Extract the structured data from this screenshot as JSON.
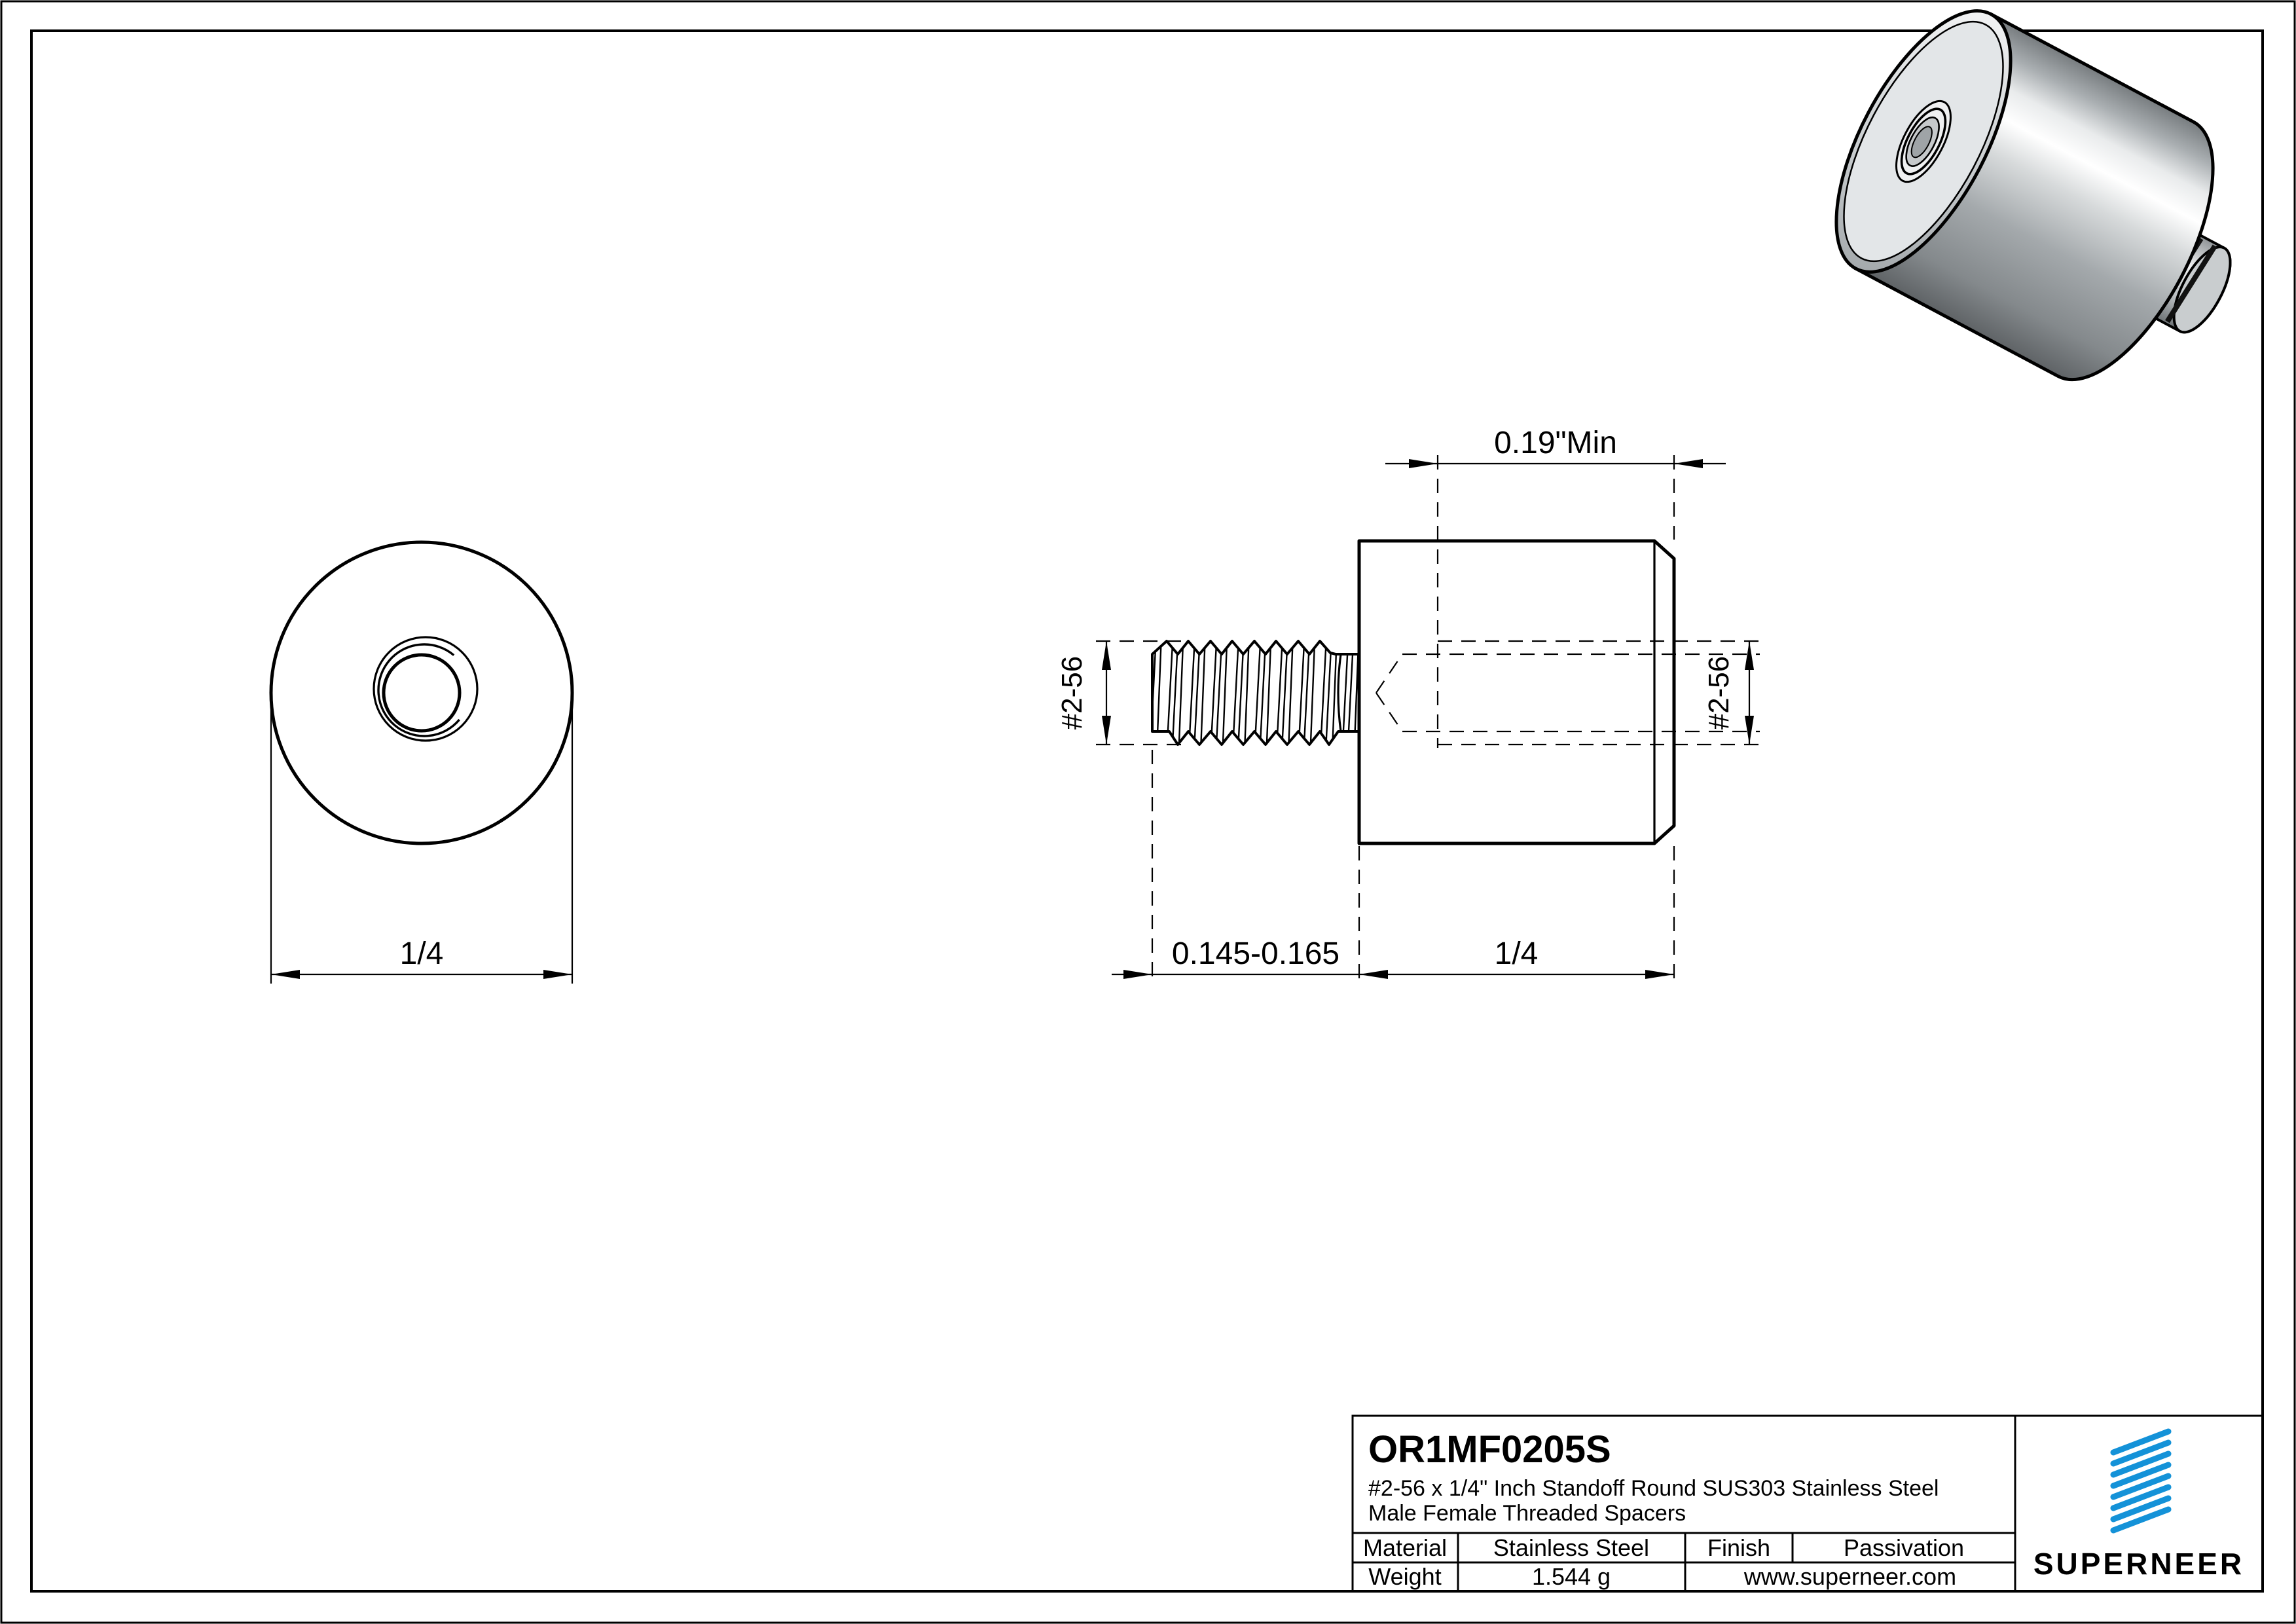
{
  "sheet": {
    "background": "#ffffff",
    "line_color": "#000000"
  },
  "views": {
    "front": {
      "diameter_label": "1/4"
    },
    "side": {
      "thread_depth_label": "0.19\"Min",
      "thread_length_label": "0.145-0.165",
      "body_length_label": "1/4",
      "male_thread_label": "#2-56",
      "female_thread_label": "#2-56"
    }
  },
  "title_block": {
    "part_number": "OR1MF0205S",
    "description_line1": "#2-56 x 1/4\" Inch Standoff Round SUS303 Stainless Steel",
    "description_line2": "Male Female Threaded Spacers",
    "material_label": "Material",
    "material_value": "Stainless Steel",
    "finish_label": "Finish",
    "finish_value": "Passivation",
    "weight_label": "Weight",
    "weight_value": "1.544 g",
    "website": "www.superneer.com",
    "brand_name": "SUPERNEER",
    "brand_color": "#1492d8",
    "link_color": "#1c7fd9"
  }
}
